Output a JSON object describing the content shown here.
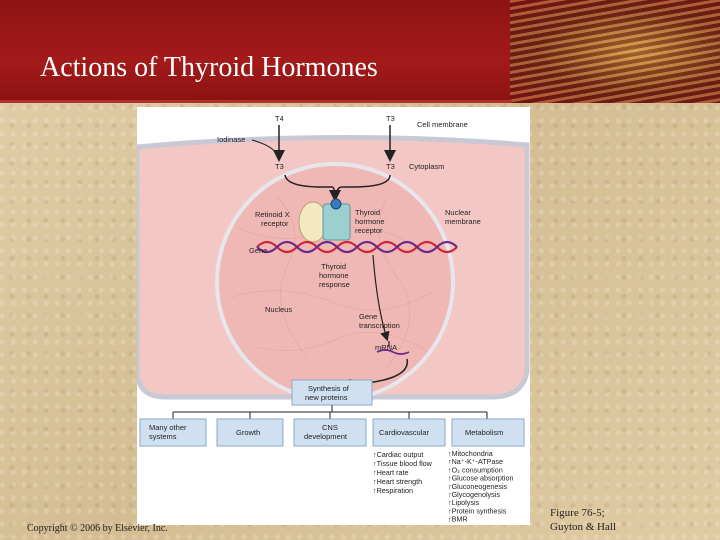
{
  "slide": {
    "title": "Actions of Thyroid Hormones",
    "copyright": "Copyright © 2006 by Elsevier, Inc.",
    "caption_line1": "Figure 76-5;",
    "caption_line2": "Guyton & Hall"
  },
  "diagram": {
    "t4": "T4",
    "t3_top": "T3",
    "t3_left": "T3",
    "t3_right": "T3",
    "cell_membrane": "Cell membrane",
    "iodinase": "Iodinase",
    "cytoplasm": "Cytoplasm",
    "retinoid_x_receptor": [
      "Retinoid X",
      "receptor"
    ],
    "thyroid_hormone_receptor": [
      "Thyroid",
      "hormone",
      "receptor"
    ],
    "nuclear_membrane": [
      "Nuclear",
      "membrane"
    ],
    "gene": "Gene",
    "thyroid_hormone_response": [
      "Thyroid",
      "hormone",
      "response"
    ],
    "nucleus": "Nucleus",
    "gene_transcription": [
      "Gene",
      "transcription"
    ],
    "mrna": "mRNA",
    "synthesis": [
      "Synthesis of",
      "new proteins"
    ],
    "boxes": [
      "Many other systems",
      "Growth",
      "CNS development",
      "Cardiovascular",
      "Metabolism"
    ],
    "boxes_lines": [
      [
        "Many other",
        "systems"
      ],
      [
        "Growth"
      ],
      [
        "CNS",
        "development"
      ],
      [
        "Cardiovascular"
      ],
      [
        "Metabolism"
      ]
    ],
    "cardio_effects": [
      "↑Cardiac output",
      "↑Tissue blood flow",
      "↑Heart rate",
      "↑Heart strength",
      "↑Respiration"
    ],
    "metabolism_effects": [
      "↑Mitochondria",
      "↑Na⁺-K⁺-ATPase",
      "↑O₂ consumption",
      "↑Glucose absorption",
      "↑Gluconeogenesis",
      "↑Glycogenolysis",
      "↑Lipolysis",
      "↑Protein synthesis",
      "↑BMR"
    ]
  },
  "colors": {
    "title_bar": "#9b1818",
    "cell_fill": "#f3c7c4",
    "nucleus_fill": "#f0b8b4",
    "receptor_rx": "#f4e8c0",
    "receptor_th": "#9ccfd0",
    "dna_red": "#d0243a",
    "dna_purple": "#6a2a8a",
    "box_fill": "#cfe0f0"
  }
}
